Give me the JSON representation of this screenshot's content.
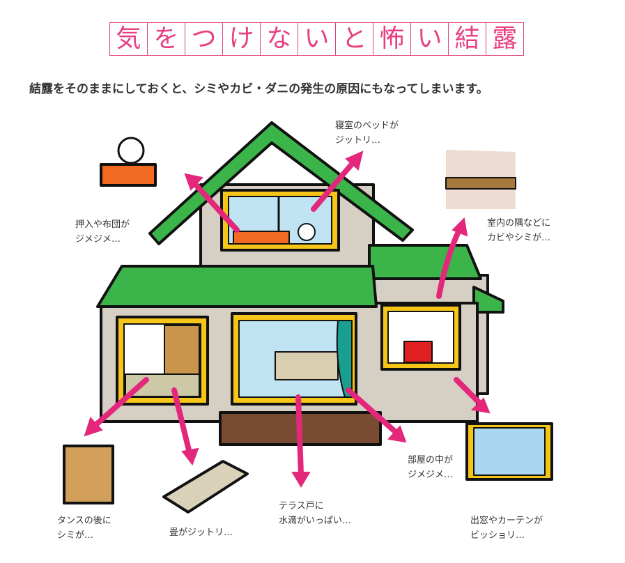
{
  "title_chars": [
    "気",
    "を",
    "つ",
    "け",
    "な",
    "い",
    "と",
    "怖",
    "い",
    "結",
    "露"
  ],
  "title": "気をつけないと怖い結露",
  "subtitle": "結露をそのままにしておくと、シミやカビ・ダニの発生の原因にもなってしまいます。",
  "labels": {
    "bedroom": [
      "寝室のベッドが",
      "ジットリ…"
    ],
    "closet": [
      "押入や布団が",
      "ジメジメ…"
    ],
    "corner": [
      "室内の隅などに",
      "カビやシミが…"
    ],
    "room": [
      "部屋の中が",
      "ジメジメ…"
    ],
    "chest": [
      "タンスの後に",
      "シミが…"
    ],
    "tatami": [
      "畳がジットリ…"
    ],
    "terrace": [
      "テラス戸に",
      "水滴がいっぱい…"
    ],
    "baywindow": [
      "出窓やカーテンが",
      "ビッショリ…"
    ]
  },
  "colors": {
    "accent": "#e83e82",
    "roof": "#3bb54a",
    "wall": "#d6cfc4",
    "frame": "#f5c518",
    "deck": "#7a4b33"
  }
}
